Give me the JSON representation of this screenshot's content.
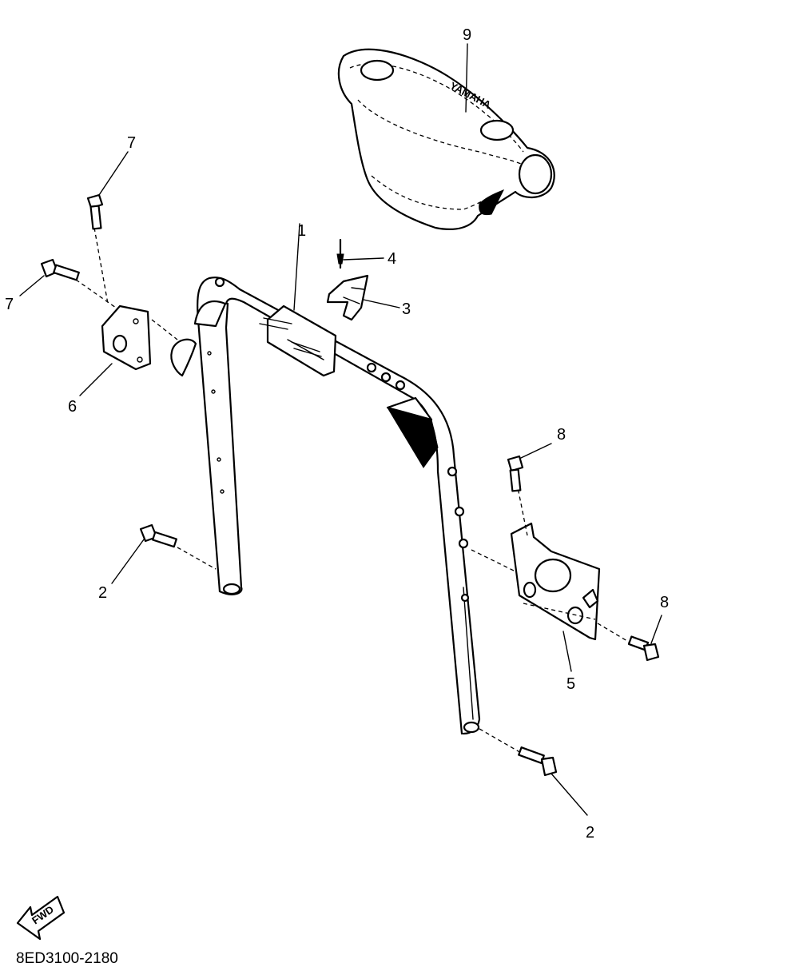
{
  "callouts": {
    "c1": "1",
    "c2a": "2",
    "c2b": "2",
    "c3": "3",
    "c4": "4",
    "c5": "5",
    "c6": "6",
    "c7a": "7",
    "c7b": "7",
    "c8a": "8",
    "c8b": "8",
    "c9": "9"
  },
  "cover_logo": "YAMAHA",
  "fwd_label": "FWD",
  "diagram_code": "8ED3100-2180"
}
